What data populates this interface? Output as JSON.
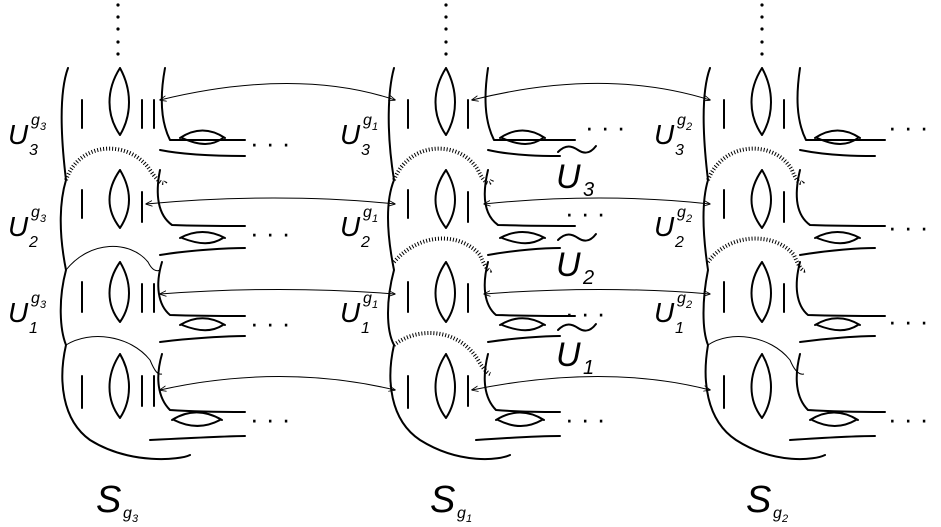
{
  "colors": {
    "ink": "#000000",
    "background": "#ffffff"
  },
  "surfaces": [
    {
      "name": "S",
      "sub": "g",
      "subsub": "3"
    },
    {
      "name": "S",
      "sub": "g",
      "subsub": "1"
    },
    {
      "name": "S",
      "sub": "g",
      "subsub": "2"
    }
  ],
  "region_labels": {
    "col1": [
      {
        "base": "U",
        "sub": "3",
        "sup": "g",
        "supsub": "3"
      },
      {
        "base": "U",
        "sub": "2",
        "sup": "g",
        "supsub": "3"
      },
      {
        "base": "U",
        "sub": "1",
        "sup": "g",
        "supsub": "3"
      }
    ],
    "col2": [
      {
        "base": "U",
        "sub": "3",
        "sup": "g",
        "supsub": "1"
      },
      {
        "base": "U",
        "sub": "2",
        "sup": "g",
        "supsub": "1"
      },
      {
        "base": "U",
        "sub": "1",
        "sup": "g",
        "supsub": "1"
      }
    ],
    "col3": [
      {
        "base": "U",
        "sub": "3",
        "sup": "g",
        "supsub": "2"
      },
      {
        "base": "U",
        "sub": "2",
        "sup": "g",
        "supsub": "2"
      },
      {
        "base": "U",
        "sub": "1",
        "sup": "g",
        "supsub": "2"
      }
    ]
  },
  "tilde_labels": [
    {
      "base": "U",
      "sub": "3"
    },
    {
      "base": "U",
      "sub": "2"
    },
    {
      "base": "U",
      "sub": "1"
    }
  ],
  "ellipsis": "· · ·",
  "vertical_ellipsis": "⋮"
}
